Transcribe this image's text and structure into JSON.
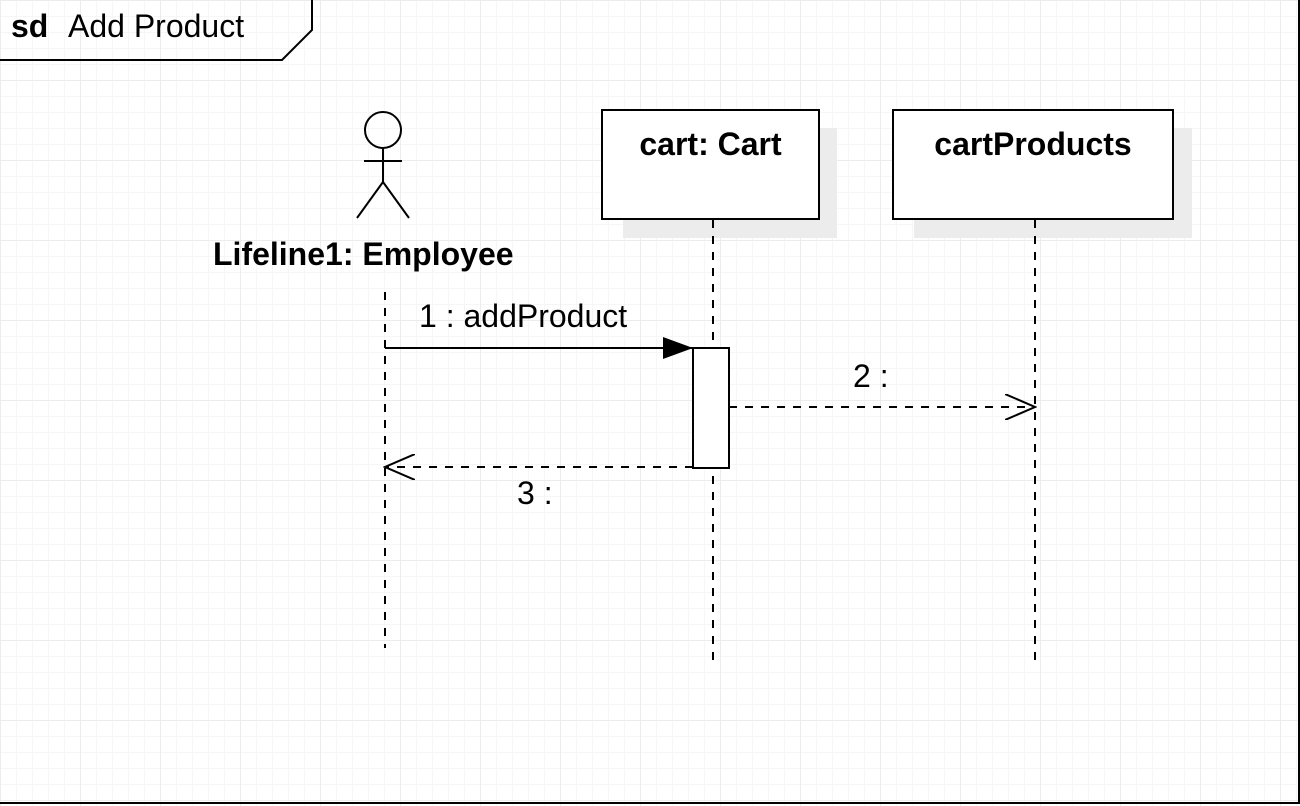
{
  "frame": {
    "keyword": "sd",
    "name": "Add Product"
  },
  "actor": {
    "name": "Lifeline1: Employee",
    "icon": "stick-figure-icon"
  },
  "lifelines": [
    {
      "label": "cart: Cart"
    },
    {
      "label": "cartProducts"
    }
  ],
  "messages": [
    {
      "number": 1,
      "label": "1 : addProduct",
      "type": "synchronous"
    },
    {
      "number": 2,
      "label": "2 :",
      "type": "asynchronous"
    },
    {
      "number": 3,
      "label": "3 :",
      "type": "return"
    }
  ],
  "colors": {
    "line": "#000000",
    "shadow": "#ececec",
    "grid": "#ececec"
  }
}
